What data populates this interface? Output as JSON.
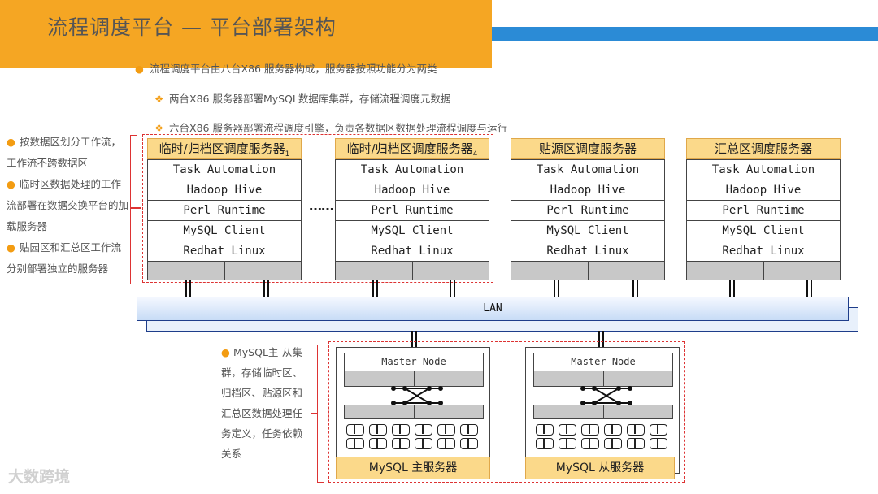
{
  "title": "流程调度平台 — 平台部署架构",
  "intro": {
    "main": "流程调度平台由八台X86 服务器构成，服务器按照功能分为两类",
    "sub1": "两台X86 服务器部署MySQL数据库集群，存储流程调度元数据",
    "sub2": "六台X86 服务器部署流程调度引擎，负责各数据区数据处理流程调度与运行",
    "main_marker": "●",
    "sub_marker": "❖"
  },
  "side_notes": [
    {
      "marker": "●",
      "text": "按数据区划分工作流，工作流不跨数据区"
    },
    {
      "marker": "●",
      "text": "临时区数据处理的工作流部署在数据交换平台的加载服务器"
    },
    {
      "marker": "●",
      "text": "贴园区和汇总区工作流分别部署独立的服务器"
    }
  ],
  "servers": [
    {
      "title": "临时/归档区调度服务器",
      "subscript": "1"
    },
    {
      "title": "临时/归档区调度服务器",
      "subscript": "4"
    },
    {
      "title": "贴源区调度服务器",
      "subscript": ""
    },
    {
      "title": "汇总区调度服务器",
      "subscript": ""
    }
  ],
  "stack_layers": [
    "Task Automation",
    "Hadoop Hive",
    "Perl Runtime",
    "MySQL Client",
    "Redhat Linux"
  ],
  "ellipsis": "……",
  "lan_label": "LAN",
  "db_note": {
    "marker": "●",
    "text": "MySQL主-从集群，存储临时区、归档区、贴源区和汇总区数据处理任务定义，任务依赖关系"
  },
  "db_servers": [
    {
      "node_label": "Master Node",
      "label": "MySQL 主服务器"
    },
    {
      "node_label": "Master Node",
      "label": "MySQL 从服务器"
    }
  ],
  "watermark": "大数跨境",
  "colors": {
    "accent_orange": "#f5a623",
    "accent_blue": "#2b8bd6",
    "label_fill": "#fbd98a",
    "dash_red": "#dd3333"
  }
}
